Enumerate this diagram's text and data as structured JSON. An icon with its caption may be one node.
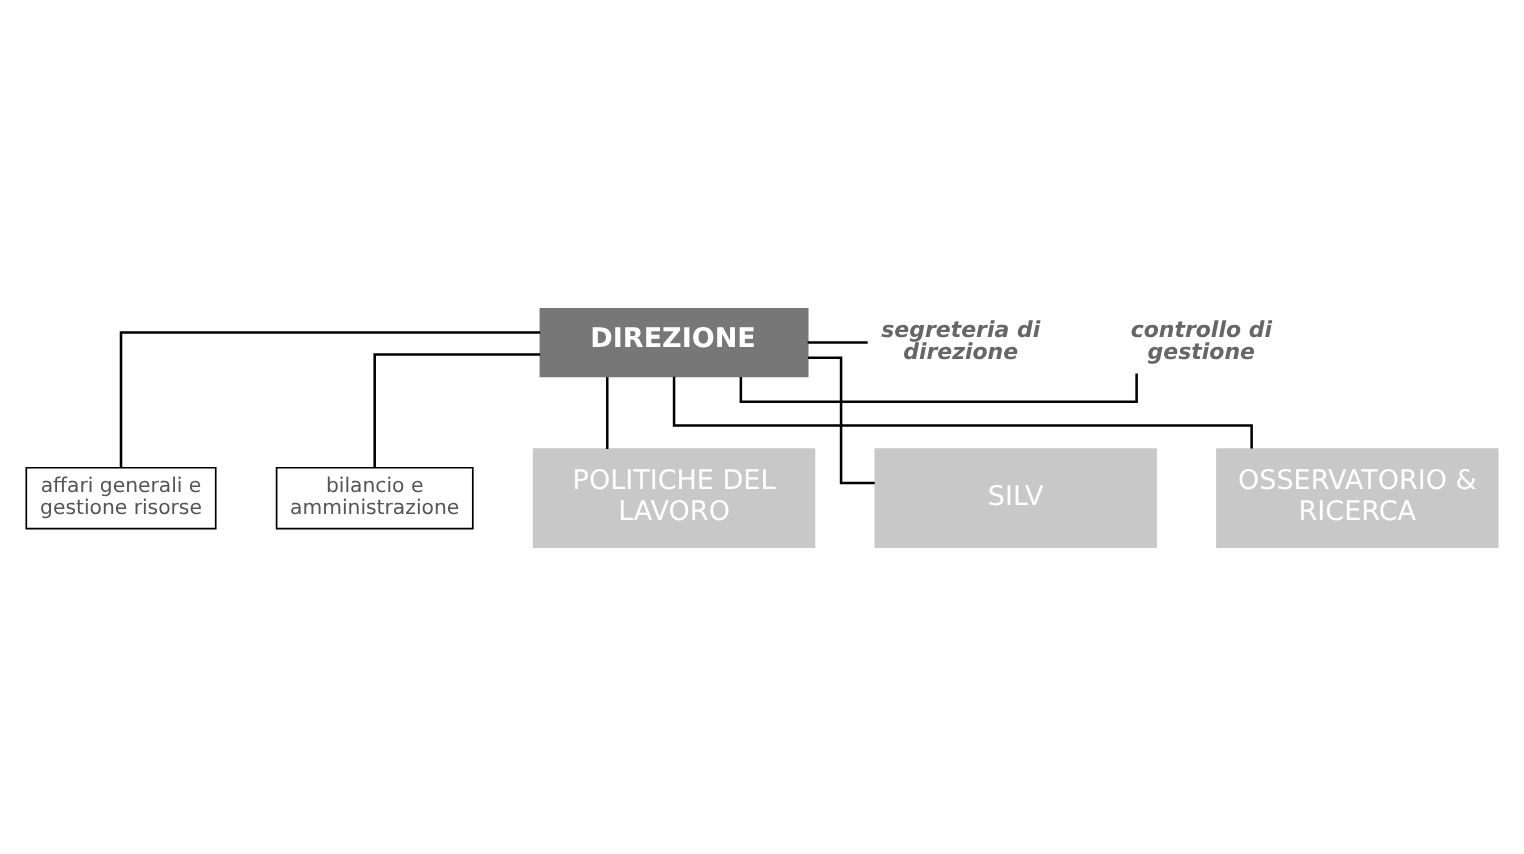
{
  "diagram": {
    "nodes": [
      {
        "text": [
          "DIREZIONE"
        ]
      },
      {
        "text": [
          "segreteria di direzione"
        ]
      },
      {
        "text": [
          "controllo di gestione"
        ]
      },
      {
        "text": [
          "affari generali e gestione risorse"
        ]
      },
      {
        "text": [
          "bilancio e amministrazione"
        ]
      },
      {
        "text": [
          "POLITICHE DEL LAVORO"
        ]
      },
      {
        "text": [
          "SILV"
        ]
      },
      {
        "text": [
          "OSSERVATORIO & RICERCA"
        ]
      }
    ],
    "edges": [
      {
        "from": 0,
        "to": 1,
        "arrow": "none"
      },
      {
        "from": 0,
        "to": 2,
        "arrow": "none"
      },
      {
        "from": 0,
        "to": 3,
        "arrow": "none"
      },
      {
        "from": 0,
        "to": 4,
        "arrow": "none"
      },
      {
        "from": 0,
        "to": 5,
        "arrow": "none"
      },
      {
        "from": 0,
        "to": 6,
        "arrow": "none"
      },
      {
        "from": 0,
        "to": 7,
        "arrow": "none"
      }
    ]
  }
}
